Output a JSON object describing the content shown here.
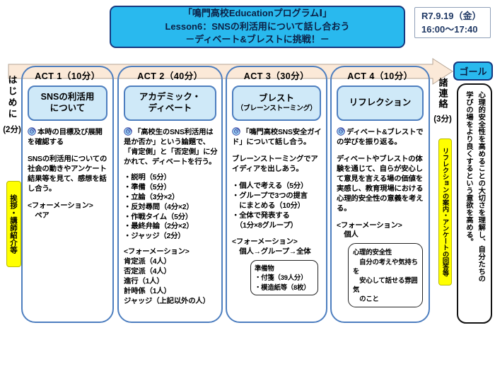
{
  "colors": {
    "accent_cyan": "#29b9ee",
    "navy": "#16387f",
    "column_blue": "#4d7ebf",
    "panel_blue": "#cfe9f8",
    "arrow_cream": "#fbe9d8",
    "highlight_yellow": "#ffff00"
  },
  "title": {
    "line1": "「鳴門高校EducationプログラムⅠ」",
    "line2": "Lesson6：SNSの利活用について話し合おう",
    "line3": "－ディベート&ブレストに挑戦！－"
  },
  "schedule": {
    "date": "R7.9.19（金）",
    "time": "16:00～17:40"
  },
  "intro": {
    "label": "はじめに",
    "duration": "(2分)",
    "note": "挨拶・講師紹介等"
  },
  "closing": {
    "label": "諸連絡",
    "duration": "(3分)",
    "note": "リフレクションの案内・アンケートの回答等"
  },
  "goal": {
    "label": "ゴール",
    "text": "心理的安全性を高めることの大切さを理解し、自分たちの\n学びの場をより良くするという意欲を高める。"
  },
  "acts": [
    {
      "header": "ACT 1（10分）",
      "title_line1": "SNSの利活用",
      "title_line2": "について",
      "goal": "本時の目標及び展開を確認する",
      "body": "SNSの利活用についての社会の動きやアンケート結果等を見て、感想を話し合う。",
      "formation_label": "<フォーメーション>",
      "formation": "　ペア"
    },
    {
      "header": "ACT 2（40分）",
      "title_line1": "アカデミック・",
      "title_line2": "ディベート",
      "goal": "「高校生のSNS利活用は是か否か」という論題で、「肯定側」と「否定側」に分かれて、ディベートを行う。",
      "steps": "・説明（5分）\n・準備（5分）\n・立論（3分×2）\n・反対尋問（4分×2）\n・作戦タイム（5分）\n・最終弁論（2分×2）\n・ジャッジ（2分）",
      "formation_label": "<フォーメーション>",
      "formation": "肯定派（4人）\n否定派（4人）\n進行（1人）\n計時係（1人）\nジャッジ（上記以外の人）"
    },
    {
      "header": "ACT 3（30分）",
      "title_line1": "ブレスト",
      "title_line2": "（ブレーンストーミング）",
      "goal": "「鳴門高校SNS安全ガイド」について話し合う。",
      "body": "ブレーンストーミングでアイディアを出しあう。",
      "steps": "・個人で考える（5分）\n・グループで3つの提言\n　にまとめる（10分）\n・全体で発表する\n　（1分×8グループ）",
      "formation_label": "<フォーメーション>",
      "formation": "　個人→グループ→全体",
      "note": "準備物\n・付箋（39人分）\n・模造紙等（8枚）"
    },
    {
      "header": "ACT 4（10分）",
      "title_line1": "リフレクション",
      "title_line2": "",
      "goal": "ディベート&ブレストでの学びを振り返る。",
      "body": "ディベートやブレストの体験を通じて、自らが安心して意見を言える場の価値を実感し、教育現場における心理的安全性の意義を考える。",
      "formation_label": "<フォーメーション>",
      "formation": "　個人",
      "note": "心理的安全性\n　自分の考えや気持ちを\n　安心して話せる雰囲気\n　のこと"
    }
  ]
}
